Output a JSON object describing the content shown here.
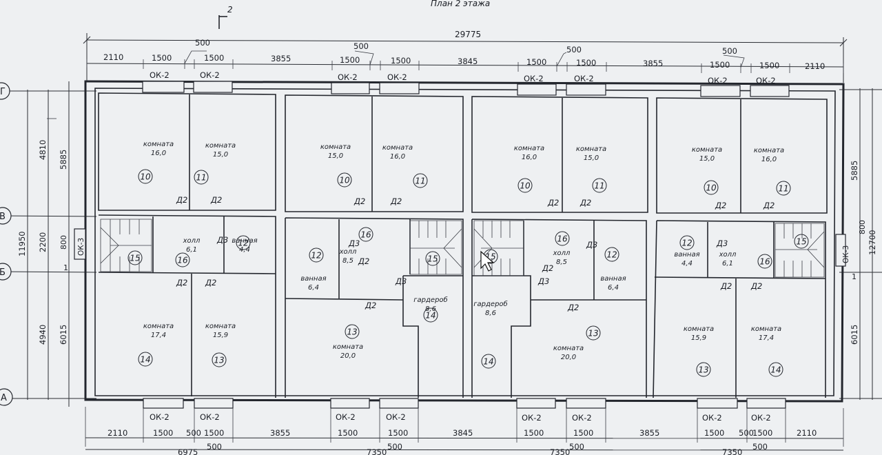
{
  "title": "План 2 этажа",
  "section_mark": "2",
  "overall_dim": "29775",
  "top_dims": [
    "2110",
    "1500",
    "500",
    "1500",
    "3855",
    "1500",
    "500",
    "1500",
    "3845",
    "1500",
    "500",
    "1500",
    "3855",
    "1500",
    "500",
    "1500",
    "2110"
  ],
  "bottom_dims": [
    "2110",
    "1500",
    "500",
    "1500",
    "3855",
    "1500",
    "1500",
    "3845",
    "1500",
    "1500",
    "3855",
    "1500",
    "500",
    "1500",
    "2110"
  ],
  "bottom_sub_dims": [
    "6975",
    "500",
    "7350",
    "500",
    "7350",
    "500",
    "7350",
    "500"
  ],
  "left_dims": [
    "4810",
    "5885",
    "2200",
    "11950",
    "800",
    "4940",
    "6015"
  ],
  "right_dims": [
    "5885",
    "800",
    "12700",
    "6015"
  ],
  "grid_axes": [
    "Г",
    "В",
    "Б",
    "А"
  ],
  "window_label": "ОК-2",
  "side_window_label": "ОК-3",
  "side_marks": [
    "1",
    "1"
  ],
  "rooms": [
    {
      "name": "комната",
      "area": "16,0",
      "num": "10"
    },
    {
      "name": "комната",
      "area": "15,0",
      "num": "11"
    },
    {
      "name": "комната",
      "area": "15,0",
      "num": "10"
    },
    {
      "name": "комната",
      "area": "16,0",
      "num": "11"
    },
    {
      "name": "комната",
      "area": "16,0",
      "num": "10"
    },
    {
      "name": "комната",
      "area": "15,0",
      "num": "11"
    },
    {
      "name": "комната",
      "area": "15,0",
      "num": "10"
    },
    {
      "name": "комната",
      "area": "16,0",
      "num": "11"
    },
    {
      "name": "холл",
      "area": "6,1",
      "num": "16"
    },
    {
      "name": "ванная",
      "area": "4,4",
      "num": "12"
    },
    {
      "name": "ванная",
      "area": "6,4",
      "num": "12"
    },
    {
      "name": "холл",
      "area": "8,5",
      "num": "16"
    },
    {
      "name": "холл",
      "area": "8,5",
      "num": "16"
    },
    {
      "name": "ванная",
      "area": "6,4",
      "num": "12"
    },
    {
      "name": "ванная",
      "area": "4,4",
      "num": "12"
    },
    {
      "name": "холл",
      "area": "6,1",
      "num": "16"
    },
    {
      "name": "гардероб",
      "area": "8,6",
      "num": "14"
    },
    {
      "name": "гардероб",
      "area": "8,6",
      "num": "14"
    },
    {
      "name": "комната",
      "area": "17,4",
      "num": "14"
    },
    {
      "name": "комната",
      "area": "15,9",
      "num": "13"
    },
    {
      "name": "комната",
      "area": "20,0",
      "num": "13"
    },
    {
      "name": "комната",
      "area": "20,0",
      "num": "13"
    },
    {
      "name": "комната",
      "area": "15,9",
      "num": "13"
    },
    {
      "name": "комната",
      "area": "17,4",
      "num": "14"
    }
  ],
  "extra_marks": [
    "14",
    "15",
    "15",
    "15",
    "15"
  ],
  "doors": [
    "Д2",
    "Д2",
    "Д2",
    "Д2",
    "Д2",
    "Д2",
    "Д2",
    "Д2",
    "Д2",
    "Д2",
    "Д2",
    "Д2",
    "Д2",
    "Д2",
    "Д2",
    "Д2",
    "Д3",
    "Д3",
    "Д3",
    "Д3",
    "Д3",
    "Д3"
  ]
}
